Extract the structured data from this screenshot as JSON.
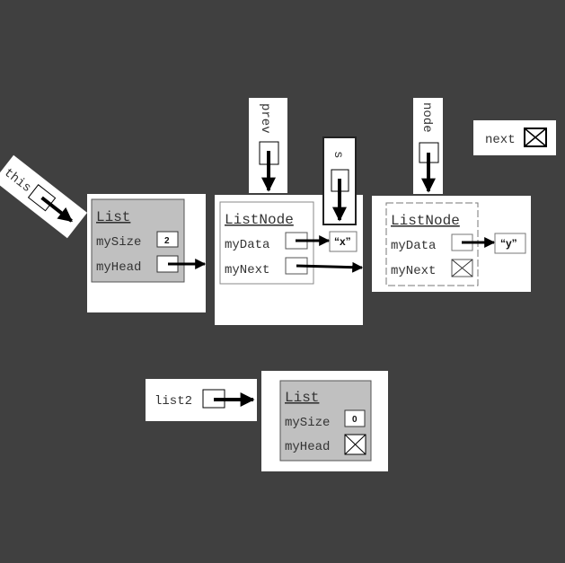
{
  "colors": {
    "background": "#404040",
    "panel": "#ffffff",
    "object": "#c0c0c0"
  },
  "vars": {
    "this": "this",
    "prev": "prev",
    "s": "s",
    "node": "node",
    "next": "next",
    "list2": "list2"
  },
  "list1": {
    "title": "List",
    "size_label": "mySize",
    "size_value": "2",
    "head_label": "myHead"
  },
  "node1": {
    "title": "ListNode",
    "data_label": "myData",
    "next_label": "myNext",
    "data_value": "“x”"
  },
  "node2": {
    "title": "ListNode",
    "data_label": "myData",
    "next_label": "myNext",
    "data_value": "“y”"
  },
  "list2": {
    "title": "List",
    "size_label": "mySize",
    "size_value": "0",
    "head_label": "myHead"
  }
}
